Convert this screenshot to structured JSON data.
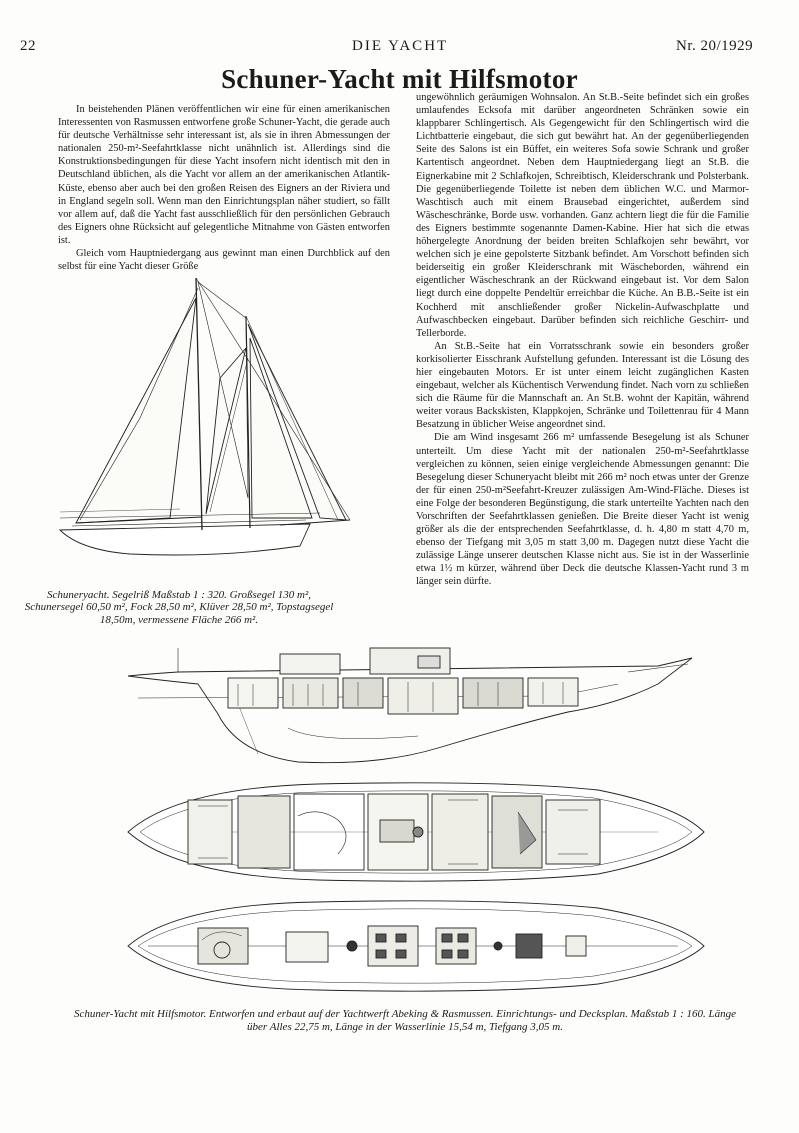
{
  "header": {
    "page_number": "22",
    "journal": "DIE YACHT",
    "issue": "Nr. 20/1929"
  },
  "title": "Schuner-Yacht mit Hilfsmotor",
  "left_column": {
    "p1": "In beistehenden Plänen veröffentlichen wir eine für einen amerikanischen Interessenten von Rasmussen entworfene große Schuner-Yacht, die gerade auch für deutsche Verhältnisse sehr interessant ist, als sie in ihren Abmessungen der nationalen 250-m²-Seefahrtklasse nicht unähnlich ist. Allerdings sind die Konstruktionsbedingungen für diese Yacht insofern nicht identisch mit den in Deutschland üblichen, als die Yacht vor allem an der amerikanischen Atlantik-Küste, ebenso aber auch bei den großen Reisen des Eigners an der Riviera und in England segeln soll. Wenn man den Einrichtungsplan näher studiert, so fällt vor allem auf, daß die Yacht fast ausschließlich für den persönlichen Gebrauch des Eigners ohne Rücksicht auf gelegentliche Mitnahme von Gästen entworfen ist.",
    "p2": "Gleich vom Hauptniedergang aus gewinnt man einen Durchblick auf den selbst für eine Yacht dieser Größe"
  },
  "right_column": {
    "p1": "ungewöhnlich geräumigen Wohnsalon. An St.B.-Seite befindet sich ein großes umlaufendes Ecksofa mit darüber angeordneten Schränken sowie ein klappbarer Schlingertisch. Als Gegengewicht für den Schlingertisch wird die Lichtbatterie eingebaut, die sich gut bewährt hat. An der gegenüberliegenden Seite des Salons ist ein Büffet, ein weiteres Sofa sowie Schrank und großer Kartentisch angeordnet. Neben dem Hauptniedergang liegt an St.B. die Eignerkabine mit 2 Schlafkojen, Schreibtisch, Kleiderschrank und Polsterbank. Die gegenüberliegende Toilette ist neben dem üblichen W.C. und Marmor-Waschtisch auch mit einem Brausebad eingerichtet, außerdem sind Wäscheschränke, Borde usw. vorhanden. Ganz achtern liegt die für die Familie des Eigners bestimmte sogenannte Damen-Kabine. Hier hat sich die etwas höhergelegte Anordnung der beiden breiten Schlafkojen sehr bewährt, vor welchen sich je eine gepolsterte Sitzbank befindet. Am Vorschott befinden sich beiderseitig ein großer Kleiderschrank mit Wäscheborden, während ein eigentlicher Wäscheschrank an der Rückwand eingebaut ist. Vor dem Salon liegt durch eine doppelte Pendeltür erreichbar die Küche. An B.B.-Seite ist ein Kochherd mit anschließender großer Nickelin-Aufwaschplatte und Aufwaschbecken eingebaut. Darüber befinden sich reichliche Geschirr- und Tellerborde.",
    "p2": "An St.B.-Seite hat ein Vorratsschrank sowie ein besonders großer korkisolierter Eisschrank Aufstellung gefunden. Interessant ist die Lösung des hier eingebauten Motors. Er ist unter einem leicht zugänglichen Kasten eingebaut, welcher als Küchentisch Verwendung findet. Nach vorn zu schließen sich die Räume für die Mannschaft an. An St.B. wohnt der Kapitän, während weiter voraus Backskisten, Klappkojen, Schränke und Toilettenrau für 4 Mann Besatzung in üblicher Weise angeordnet sind.",
    "p3": "Die am Wind insgesamt 266 m² umfassende Besegelung ist als Schuner unterteilt. Um diese Yacht mit der nationalen 250-m²-Seefahrtklasse vergleichen zu können, seien einige vergleichende Abmessungen genannt: Die Besegelung dieser Schuneryacht bleibt mit 266 m² noch etwas unter der Grenze der für einen 250-m²Seefahrt-Kreuzer zulässigen Am-Wind-Fläche. Dieses ist eine Folge der besonderen Begünstigung, die stark unterteilte Yachten nach den Vorschriften der Seefahrtklassen genießen. Die Breite dieser Yacht ist wenig größer als die der entsprechenden Seefahrtklasse, d. h. 4,80 m statt 4,70 m, ebenso der Tiefgang mit 3,05 m statt 3,00 m. Dagegen nutzt diese Yacht die zulässige Länge unserer deutschen Klasse nicht aus. Sie ist in der Wasserlinie etwa 1½ m kürzer, während über Deck die deutsche Klassen-Yacht rund 3 m länger sein dürfte."
  },
  "caption_sail": "Schuneryacht. Segelriß Maßstab 1 : 320. Großsegel 130 m², Schunersegel 60,50 m², Fock 28,50 m², Klüver 28,50 m², Topstagsegel 18,50m, vermessene Fläche 266 m².",
  "caption_plans": "Schuner-Yacht mit Hilfsmotor. Entworfen und erbaut auf der Yachtwerft Abeking & Rasmussen. Einrichtungs- und Decksplan. Maßstab 1 : 160. Länge über Alles 22,75 m, Länge in der Wasserlinie 15,54 m, Tiefgang 3,05 m.",
  "colors": {
    "ink": "#1b1b1b",
    "paper": "#fdfdfb"
  },
  "figures": [
    "sail-plan-drawing",
    "profile-section-drawing",
    "interior-layout-drawing",
    "deck-plan-drawing"
  ]
}
